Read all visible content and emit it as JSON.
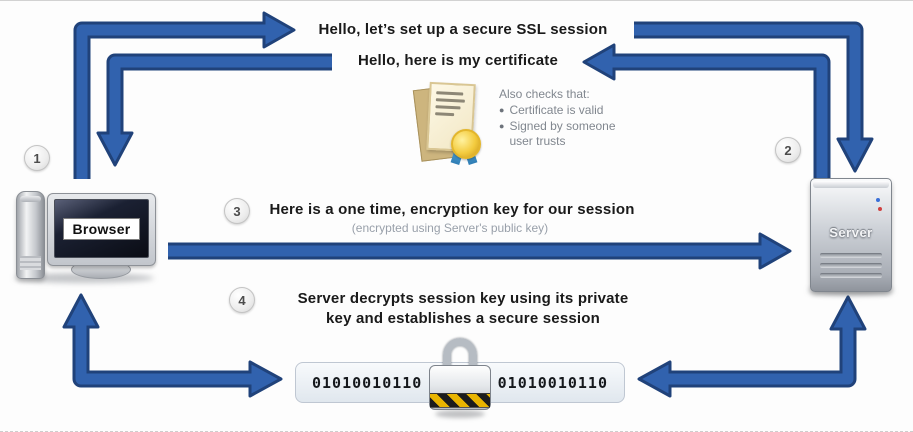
{
  "diagram": {
    "steps": [
      {
        "number": "1",
        "message": "Hello, let’s set up a secure SSL session"
      },
      {
        "number": "2",
        "message": "Hello, here is my certificate"
      },
      {
        "number": "3",
        "message": "Here is a one time, encryption key for our session",
        "note": "(encrypted using Server's public key)"
      },
      {
        "number": "4",
        "message_line1": "Server decrypts session key using its private",
        "message_line2": "key and establishes a secure session"
      }
    ],
    "certificate_checks": {
      "heading": "Also checks that:",
      "items": [
        "Certificate is valid",
        "Signed by someone user trusts"
      ]
    },
    "actors": {
      "client": "Browser",
      "server": "Server"
    },
    "session_data": {
      "left_bits": "01010010110",
      "right_bits": "01010010110"
    },
    "colors": {
      "arrow_fill": "#3162ae",
      "arrow_edge": "#20427a"
    }
  }
}
